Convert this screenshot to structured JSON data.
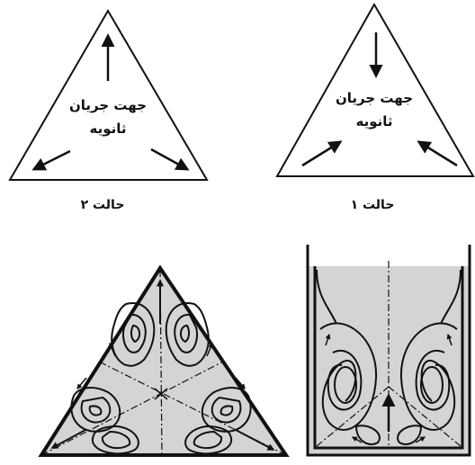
{
  "panels": {
    "case2": {
      "line1": "جهت جریان",
      "line2": "ثانویه",
      "caption": "حالت ۲"
    },
    "case1": {
      "line1": "جهت جریان",
      "line2": "ثانویه",
      "caption": "حالت ۱"
    }
  },
  "colors": {
    "ink": "#111111",
    "shade": "#d4d4d4",
    "background": "#ffffff"
  }
}
